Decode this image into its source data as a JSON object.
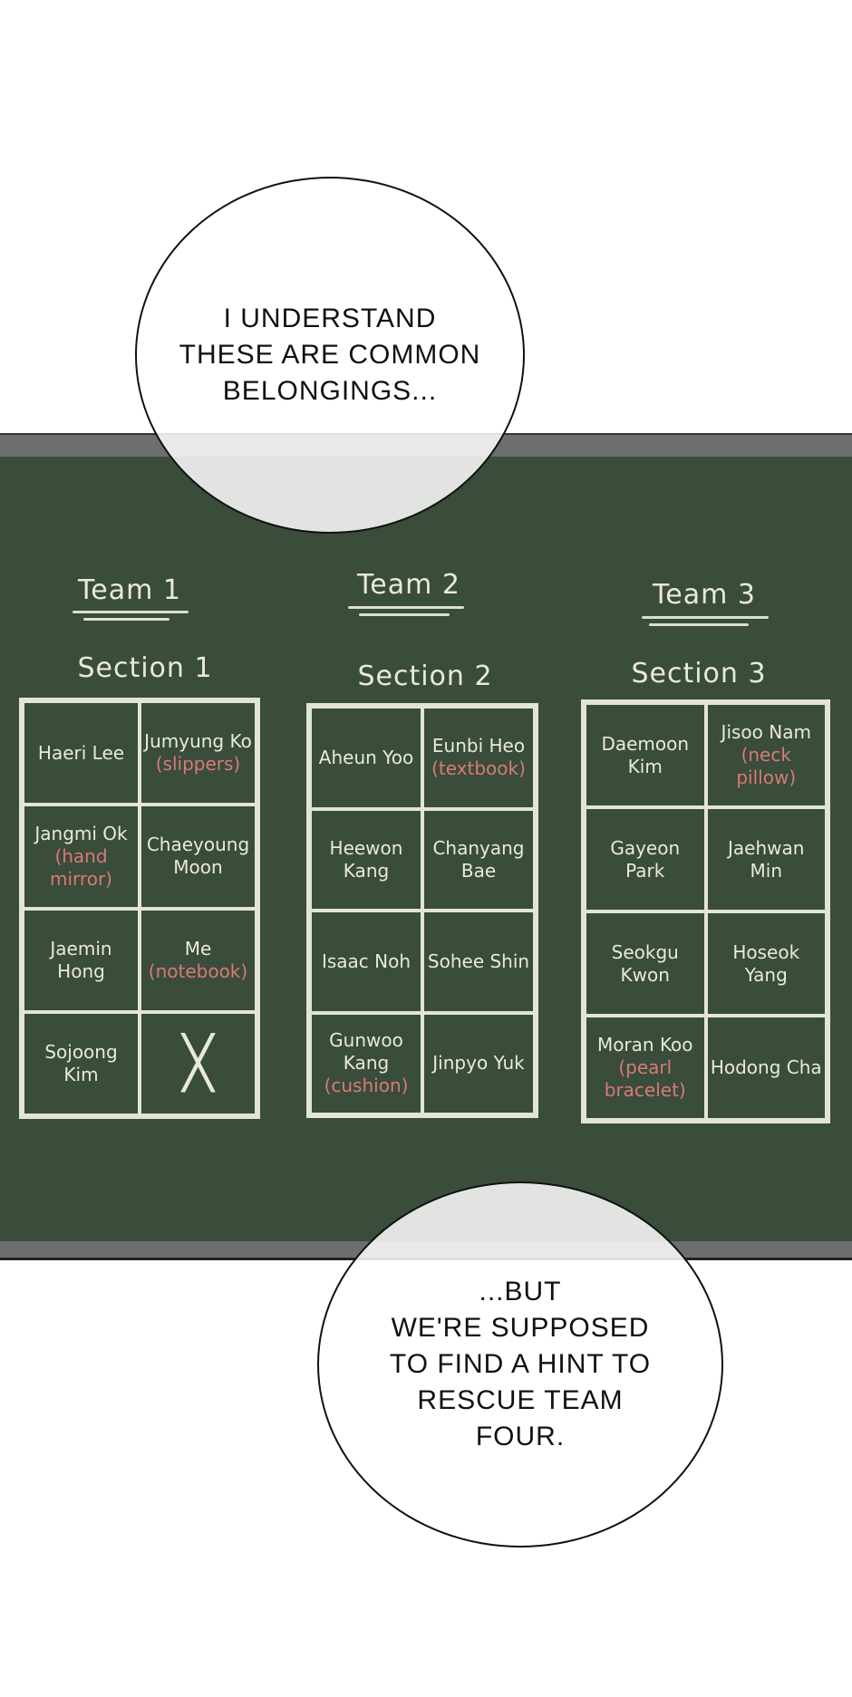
{
  "bubbles": {
    "top": [
      "I UNDERSTAND",
      "THESE ARE COMMON",
      "BELONGINGS..."
    ],
    "bottom": [
      "...BUT",
      "WE'RE SUPPOSED",
      "TO FIND A HINT TO",
      "RESCUE TEAM",
      "FOUR."
    ]
  },
  "board": {
    "teams": [
      "Team 1",
      "Team 2",
      "Team 3"
    ],
    "sections": [
      {
        "title": "Section 1",
        "cells": [
          {
            "name": "Haeri Lee",
            "item": ""
          },
          {
            "name": "Jumyung Ko",
            "item": "(slippers)"
          },
          {
            "name": "Jangmi Ok",
            "item": "(hand mirror)"
          },
          {
            "name": "Chaeyoung Moon",
            "item": ""
          },
          {
            "name": "Jaemin Hong",
            "item": ""
          },
          {
            "name": "Me",
            "item": "(notebook)"
          },
          {
            "name": "Sojoong Kim",
            "item": ""
          },
          {
            "name": "",
            "item": "",
            "crossed": true
          }
        ]
      },
      {
        "title": "Section 2",
        "cells": [
          {
            "name": "Aheun Yoo",
            "item": ""
          },
          {
            "name": "Eunbi Heo",
            "item": "(textbook)"
          },
          {
            "name": "Heewon Kang",
            "item": ""
          },
          {
            "name": "Chanyang Bae",
            "item": ""
          },
          {
            "name": "Isaac Noh",
            "item": ""
          },
          {
            "name": "Sohee Shin",
            "item": ""
          },
          {
            "name": "Gunwoo Kang",
            "item": "(cushion)"
          },
          {
            "name": "Jinpyo Yuk",
            "item": ""
          }
        ]
      },
      {
        "title": "Section 3",
        "cells": [
          {
            "name": "Daemoon Kim",
            "item": ""
          },
          {
            "name": "Jisoo Nam",
            "item": "(neck pillow)"
          },
          {
            "name": "Gayeon Park",
            "item": ""
          },
          {
            "name": "Jaehwan Min",
            "item": ""
          },
          {
            "name": "Seokgu Kwon",
            "item": ""
          },
          {
            "name": "Hoseok Yang",
            "item": ""
          },
          {
            "name": "Moran Koo",
            "item": "(pearl bracelet)"
          },
          {
            "name": "Hodong Cha",
            "item": ""
          }
        ]
      }
    ]
  },
  "colors": {
    "board": "#3a4c3a",
    "chalk": "#e9e9dc",
    "chalk_red": "#d77a78",
    "frame": "#6d6f6e"
  }
}
